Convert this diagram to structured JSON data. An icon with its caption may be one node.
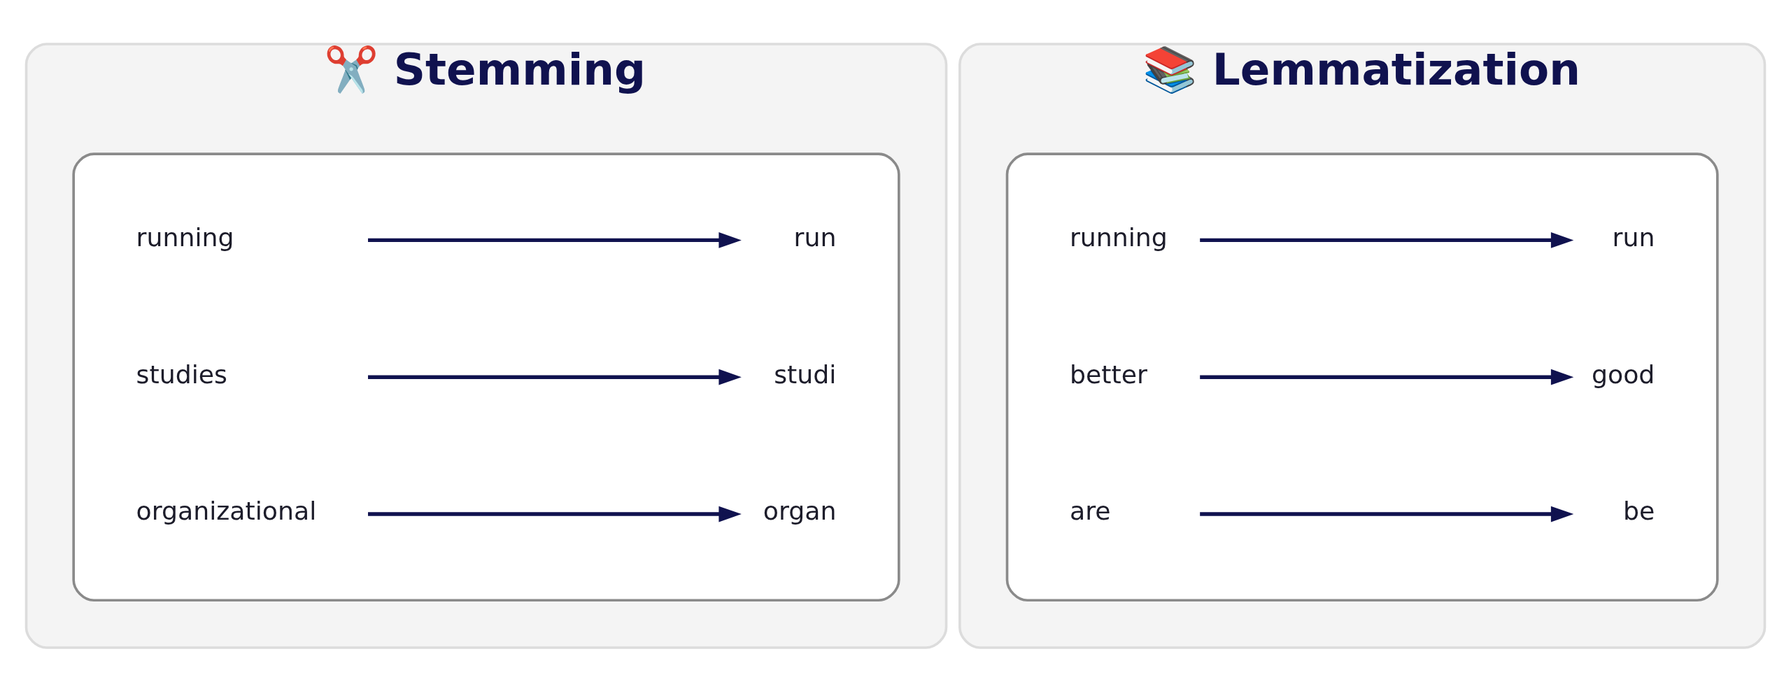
{
  "diagram": {
    "nodes": [
      {
        "text": [
          "✂️ Stemming"
        ]
      },
      {
        "text": [],
        "shape": "box",
        "in": 0
      },
      {
        "text": [
          "running"
        ],
        "in": 1
      },
      {
        "text": [
          "run"
        ],
        "in": 1
      },
      {
        "text": [
          "studies"
        ],
        "in": 1
      },
      {
        "text": [
          "studi"
        ],
        "in": 1
      },
      {
        "text": [
          "organizational"
        ],
        "in": 1
      },
      {
        "text": [
          "organ"
        ],
        "in": 1
      },
      {
        "text": [
          "📚 Lemmatization"
        ]
      },
      {
        "text": [],
        "shape": "box",
        "in": 8
      },
      {
        "text": [
          "running"
        ],
        "in": 9
      },
      {
        "text": [
          "run"
        ],
        "in": 9
      },
      {
        "text": [
          "better"
        ],
        "in": 9
      },
      {
        "text": [
          "good"
        ],
        "in": 9
      },
      {
        "text": [
          "are"
        ],
        "in": 9
      },
      {
        "text": [
          "be"
        ],
        "in": 9
      }
    ],
    "edges": [
      {
        "from": 2,
        "to": 3,
        "arrow": "to"
      },
      {
        "from": 4,
        "to": 5,
        "arrow": "to"
      },
      {
        "from": 6,
        "to": 7,
        "arrow": "to"
      },
      {
        "from": 10,
        "to": 11,
        "arrow": "to"
      },
      {
        "from": 12,
        "to": 13,
        "arrow": "to"
      },
      {
        "from": 14,
        "to": 15,
        "arrow": "to"
      }
    ]
  }
}
